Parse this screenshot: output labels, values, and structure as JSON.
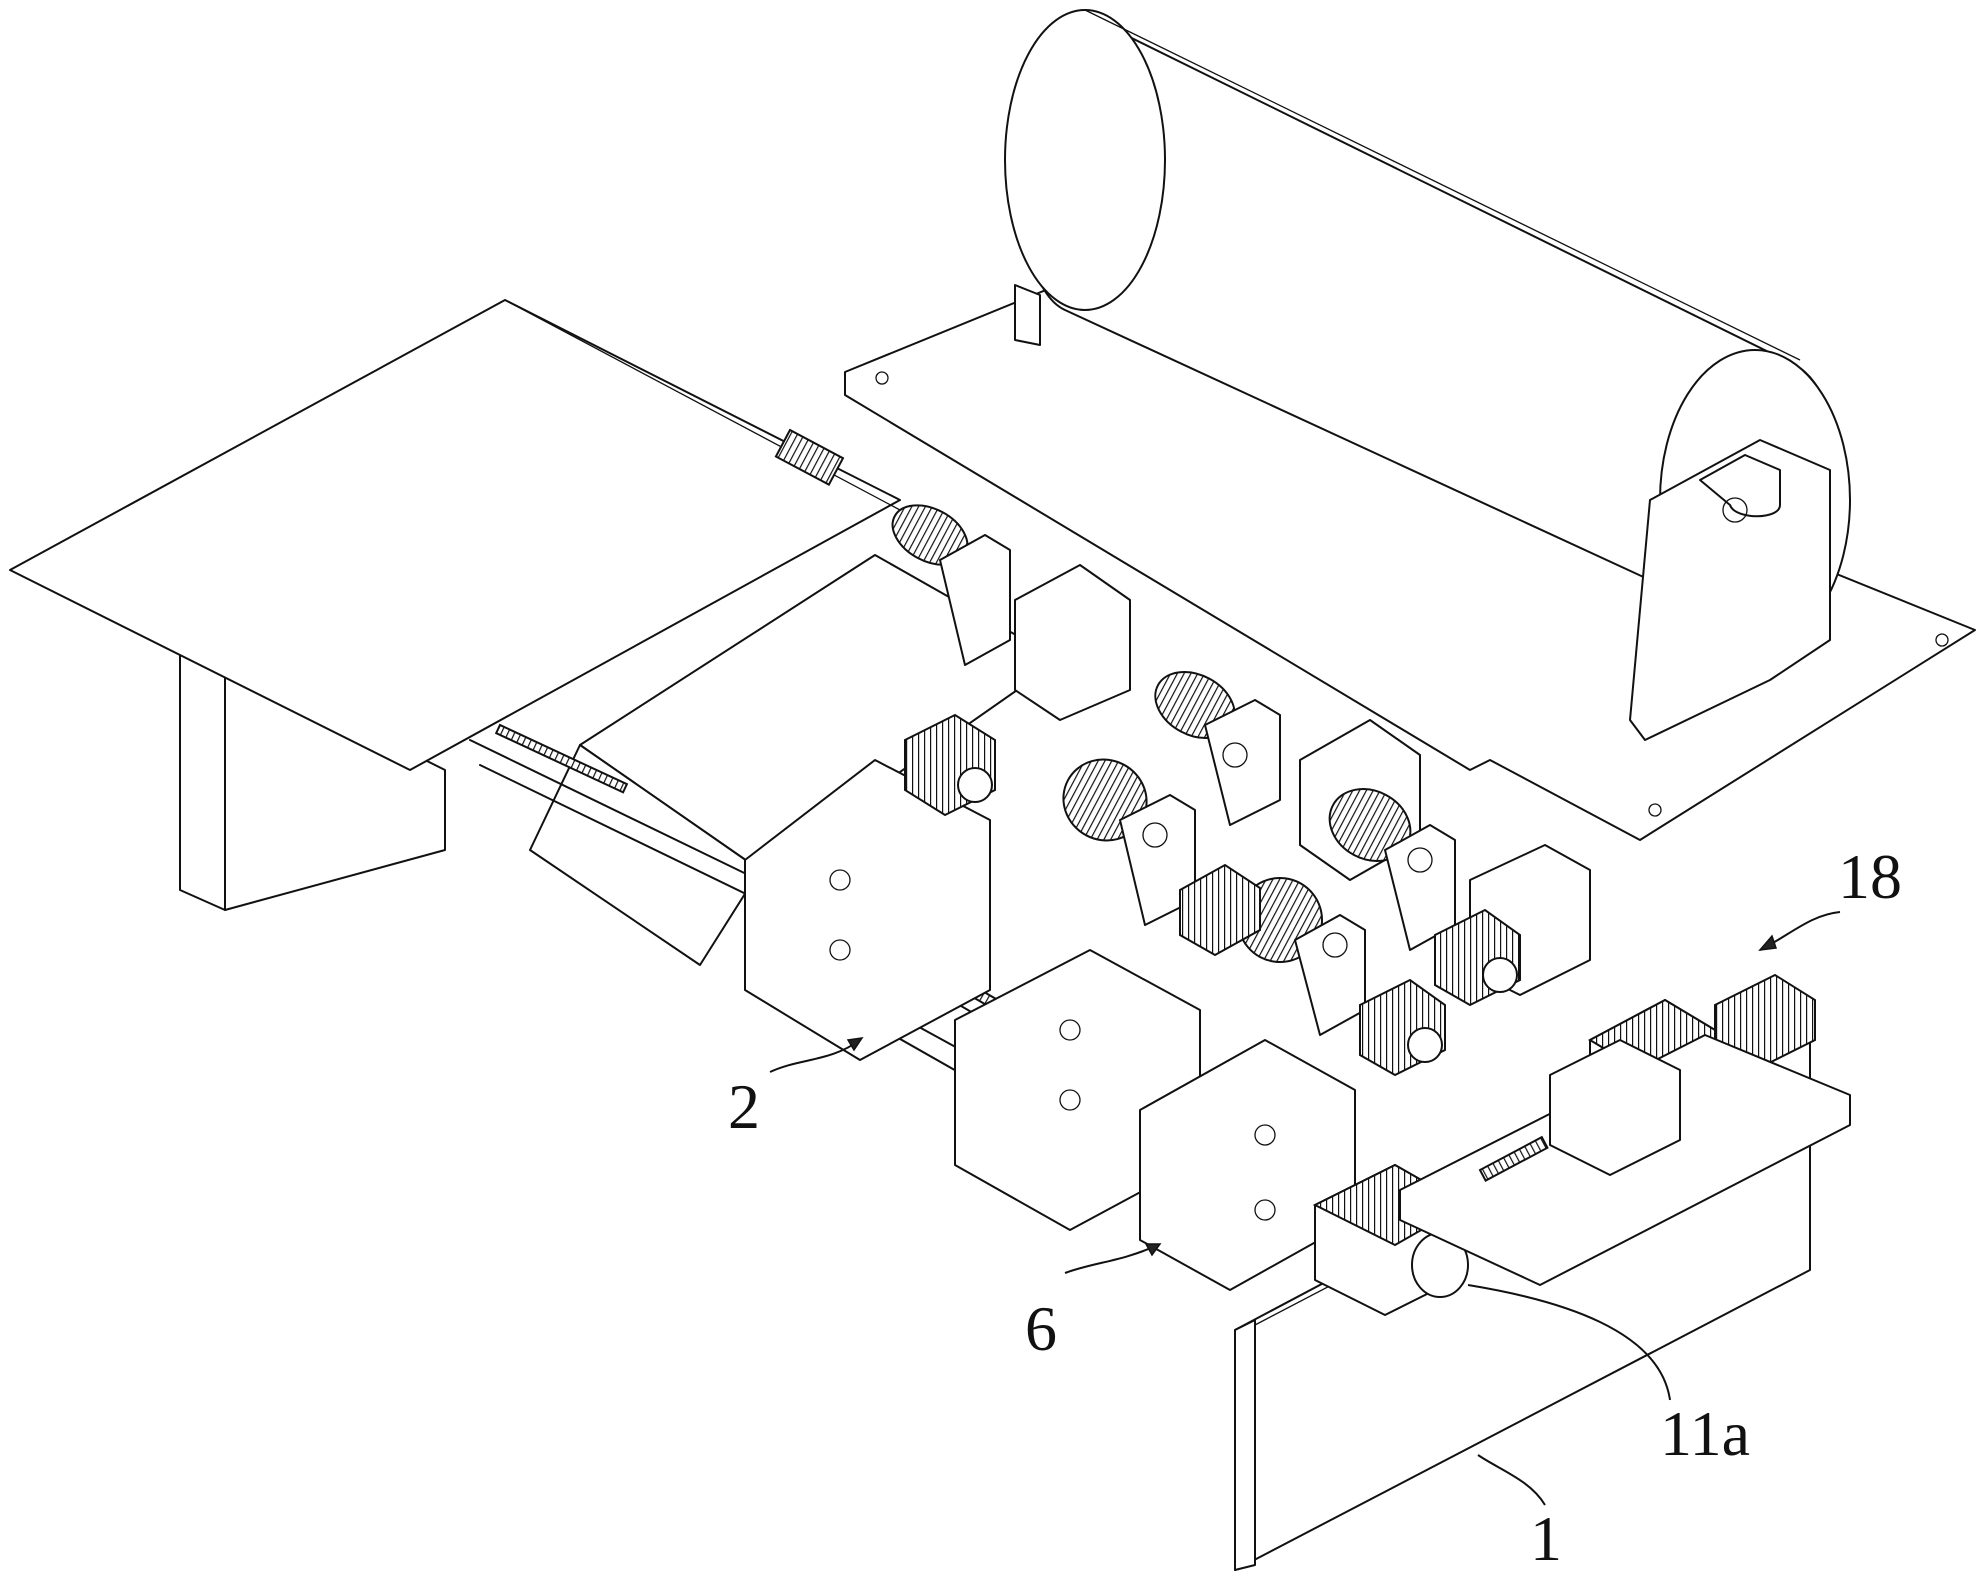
{
  "figure": {
    "callouts": [
      {
        "id": "18",
        "text": "18"
      },
      {
        "id": "2",
        "text": "2"
      },
      {
        "id": "6",
        "text": "6"
      },
      {
        "id": "11a",
        "text": "11a"
      },
      {
        "id": "1",
        "text": "1"
      }
    ]
  }
}
